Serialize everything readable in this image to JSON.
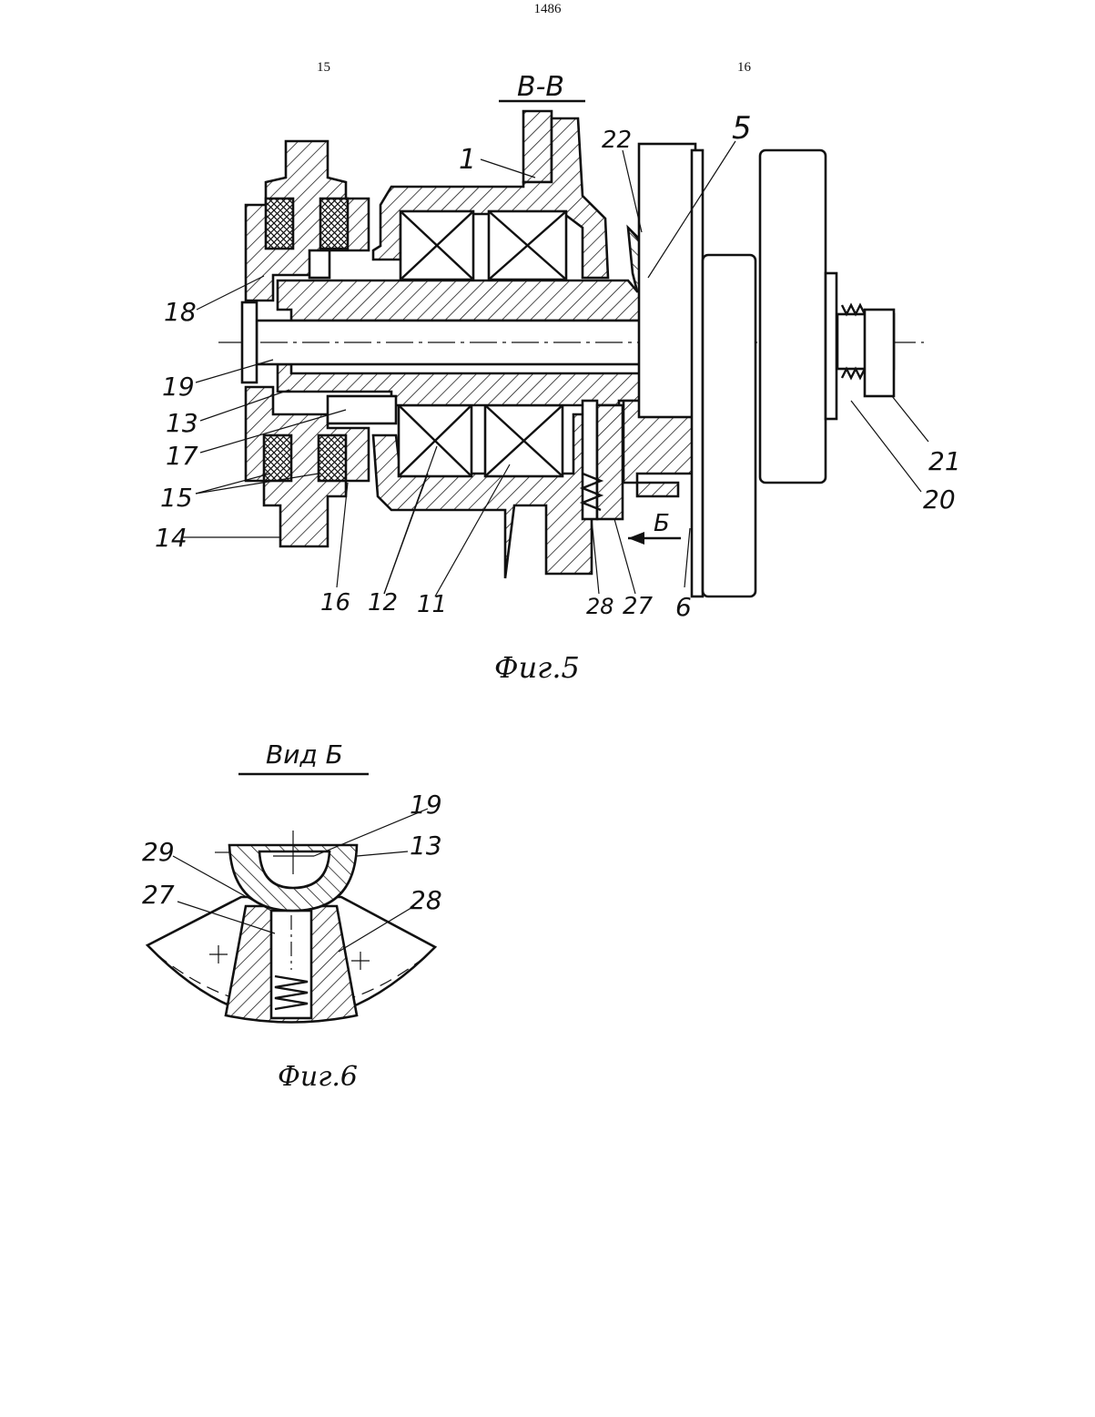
{
  "page_number": "1486",
  "columns": {
    "left": "15",
    "right": "16"
  },
  "figure5": {
    "section_label": "В-В",
    "caption": "Фиг.5",
    "view_arrow_label": "Б",
    "callouts": [
      "1",
      "22",
      "5",
      "18",
      "19",
      "13",
      "17",
      "15",
      "14",
      "16",
      "12",
      "11",
      "28",
      "27",
      "6",
      "21",
      "20"
    ]
  },
  "figure6": {
    "view_label": "Вид Б",
    "caption": "Фиг.6",
    "callouts": [
      "19",
      "29",
      "13",
      "27",
      "28"
    ]
  }
}
